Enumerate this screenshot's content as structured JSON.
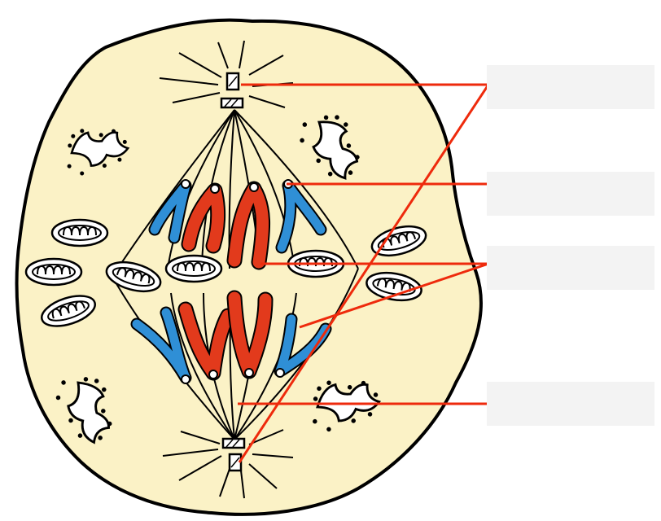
{
  "diagram": {
    "colors": {
      "cell_fill": "#fbf2c6",
      "outline": "#000000",
      "leader_line": "#ee2a0c",
      "chromosome_red": "#e23a1c",
      "chromosome_blue": "#2f8fd6",
      "label_box": "#f3f3f3"
    },
    "labels": [
      {
        "id": "label-1",
        "text": ""
      },
      {
        "id": "label-2",
        "text": ""
      },
      {
        "id": "label-3",
        "text": ""
      },
      {
        "id": "label-4",
        "text": ""
      }
    ]
  }
}
